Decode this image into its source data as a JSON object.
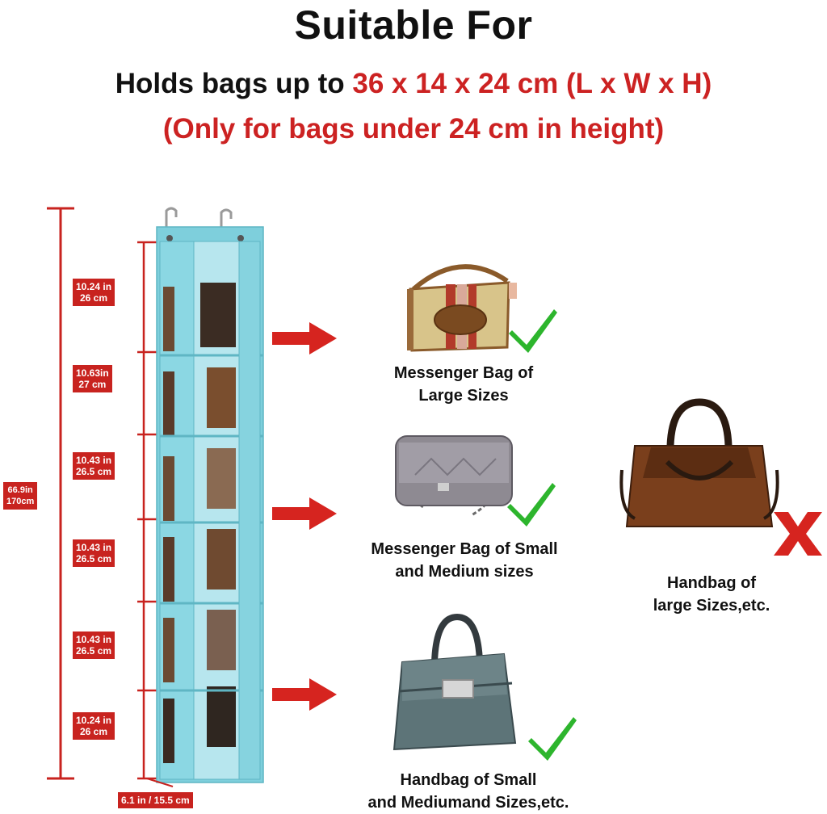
{
  "header": {
    "title": "Suitable For",
    "line1_prefix": "Holds bags up to ",
    "line1_highlight": "36 x 14 x 24 cm (L x W x H)",
    "line2": "(Only for bags under 24 cm in height)"
  },
  "organizer": {
    "total_height": {
      "line1": "66.9in",
      "line2": "170cm"
    },
    "width": "6.1 in / 15.5 cm",
    "sections": [
      {
        "line1": "10.24 in",
        "line2": "26 cm"
      },
      {
        "line1": "10.63in",
        "line2": "27 cm"
      },
      {
        "line1": "10.43 in",
        "line2": "26.5 cm"
      },
      {
        "line1": "10.43 in",
        "line2": "26.5 cm"
      },
      {
        "line1": "10.43 in",
        "line2": "26.5 cm"
      },
      {
        "line1": "10.24 in",
        "line2": "26 cm"
      }
    ]
  },
  "suitable_items": [
    {
      "line1": "Messenger Bag of",
      "line2": "Large Sizes",
      "icon": "check-icon"
    },
    {
      "line1": "Messenger Bag of Small",
      "line2": "and Medium sizes",
      "icon": "check-icon"
    },
    {
      "line1": "Handbag of Small",
      "line2": "and Mediumand Sizes,etc.",
      "icon": "check-icon"
    }
  ],
  "unsuitable_item": {
    "line1": "Handbag of",
    "line2": "large Sizes,etc.",
    "icon": "x-icon"
  },
  "colors": {
    "accent_red": "#cc2222",
    "tag_red": "#c8231f",
    "organizer_blue": "#7ecfdc",
    "check_green": "#2db52d"
  }
}
